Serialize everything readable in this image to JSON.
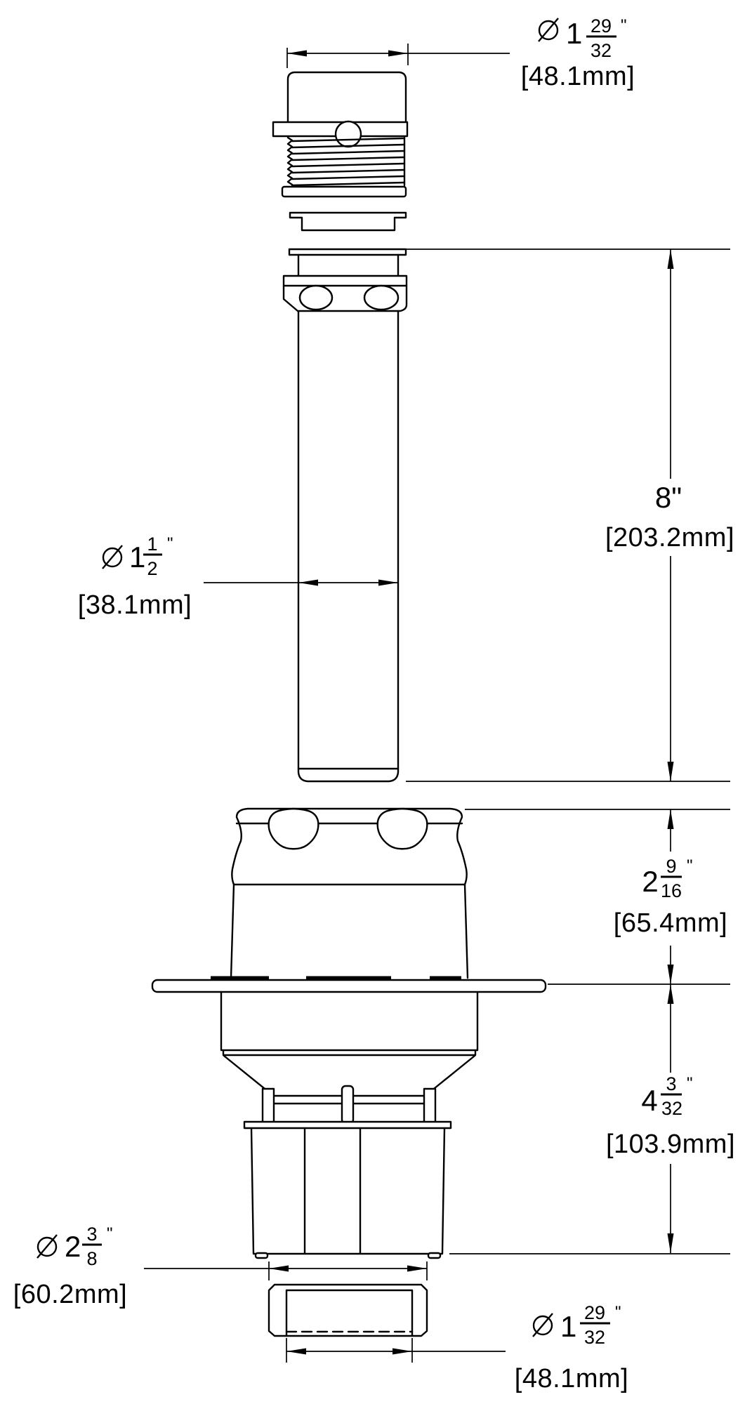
{
  "colors": {
    "line": "#000000",
    "background": "#ffffff"
  },
  "dimensions": {
    "cap_diameter": {
      "diameter_symbol": "⌀",
      "whole": "1",
      "numerator": "29",
      "denominator": "32",
      "inch_mark": "\"",
      "metric": "[48.1mm]"
    },
    "tube_diameter": {
      "diameter_symbol": "⌀",
      "whole": "1",
      "numerator": "1",
      "denominator": "2",
      "inch_mark": "\"",
      "metric": "[38.1mm]"
    },
    "tube_length": {
      "imperial": "8\"",
      "metric": "[203.2mm]"
    },
    "upper_body_height": {
      "whole": "2",
      "numerator": "9",
      "denominator": "16",
      "inch_mark": "\"",
      "metric": "[65.4mm]"
    },
    "lower_body_height": {
      "whole": "4",
      "numerator": "3",
      "denominator": "32",
      "inch_mark": "\"",
      "metric": "[103.9mm]"
    },
    "flange_diameter": {
      "diameter_symbol": "⌀",
      "whole": "2",
      "numerator": "3",
      "denominator": "8",
      "inch_mark": "\"",
      "metric": "[60.2mm]"
    },
    "outlet_diameter": {
      "diameter_symbol": "⌀",
      "whole": "1",
      "numerator": "29",
      "denominator": "32",
      "inch_mark": "\"",
      "metric": "[48.1mm]"
    }
  }
}
